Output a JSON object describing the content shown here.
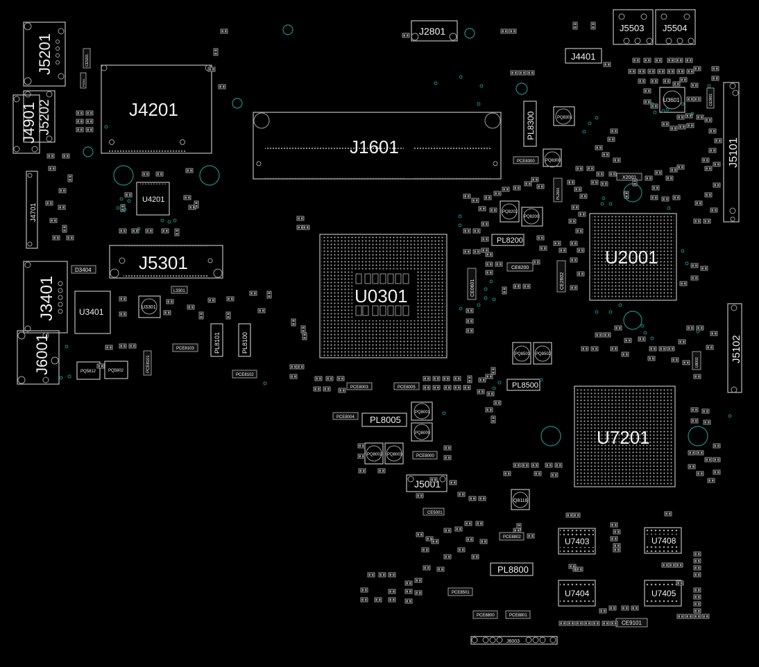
{
  "view": {
    "title": "Boardview - PCB component layout (top side)"
  },
  "colors": {
    "background": "#000000",
    "outline": "#bdbdbd",
    "label": "#f2f2f2",
    "via": "#1c8f86"
  },
  "components": {
    "connectors": {
      "J5201": "J5201",
      "J5202": "J5202",
      "J4901": "J4901",
      "J4201": "J4201",
      "J4701": "J4701",
      "J5301": "J5301",
      "J3401": "J3401",
      "J6001": "J6001",
      "J1601": "J1601",
      "J2801": "J2801",
      "J4401": "J4401",
      "J5503": "J5503",
      "J5504": "J5504",
      "J5101": "J5101",
      "J5102": "J5102",
      "J5001": "J5001",
      "J6003": "J6003"
    },
    "ics": {
      "U4201": "U4201",
      "U3401": "U3401",
      "U3301": "U3301",
      "U0301": "U0301",
      "U2001": "U2001",
      "U7201": "U7201",
      "U3601": "U3601",
      "U7403": "U7403",
      "U7408": "U7408",
      "U7404": "U7404",
      "U7405": "U7405",
      "U8002": "U8002"
    },
    "inductors": {
      "PL8300": "PL8300",
      "PL8200": "PL8200",
      "PL8101": "PL8101",
      "PL8100": "PL8100",
      "PL8500": "PL8500",
      "PL8005": "PL8005",
      "PL8800": "PL8800",
      "PL2601": "PL2601"
    },
    "transistors": {
      "PQ8301": "PQ8301",
      "PQ8300": "PQ8300",
      "PQ8202": "PQ8202",
      "PQ8200": "PQ8200",
      "PQ8503": "PQ8503",
      "PQ8502": "PQ8502",
      "PQ8001": "PQ8001",
      "PQ8000": "PQ8000",
      "PQ8002": "PQ8002",
      "PQ8003": "PQ8003",
      "PQ5812": "PQ5812",
      "PQ5802": "PQ5802",
      "Q8116": "Q8116"
    },
    "capacitors": {
      "PCE8300": "PCE8300",
      "PCE8103": "PCE8103",
      "PCE8102": "PCE8102",
      "PCE8101": "PCE8101",
      "PCE8003": "PCE8003",
      "PCE8005": "PCE8005",
      "PCE8004": "PCE8004",
      "PCE8000": "PCE8000",
      "PCE8802": "PCE8802",
      "PCE8501": "PCE8501",
      "PCE8800": "PCE8800",
      "PCE8801": "PCE8801",
      "CE8200": "CE8200",
      "CE0601": "CE0601",
      "CE2602": "CE2602",
      "CE5001": "CE5001",
      "CE9101": "CE9101",
      "CE5201": "CE5201",
      "CE3601": "CE3601"
    },
    "misc": {
      "D3404": "D3404",
      "L3301": "L3301",
      "X2001": "X2001",
      "F5201": "F5201"
    }
  }
}
